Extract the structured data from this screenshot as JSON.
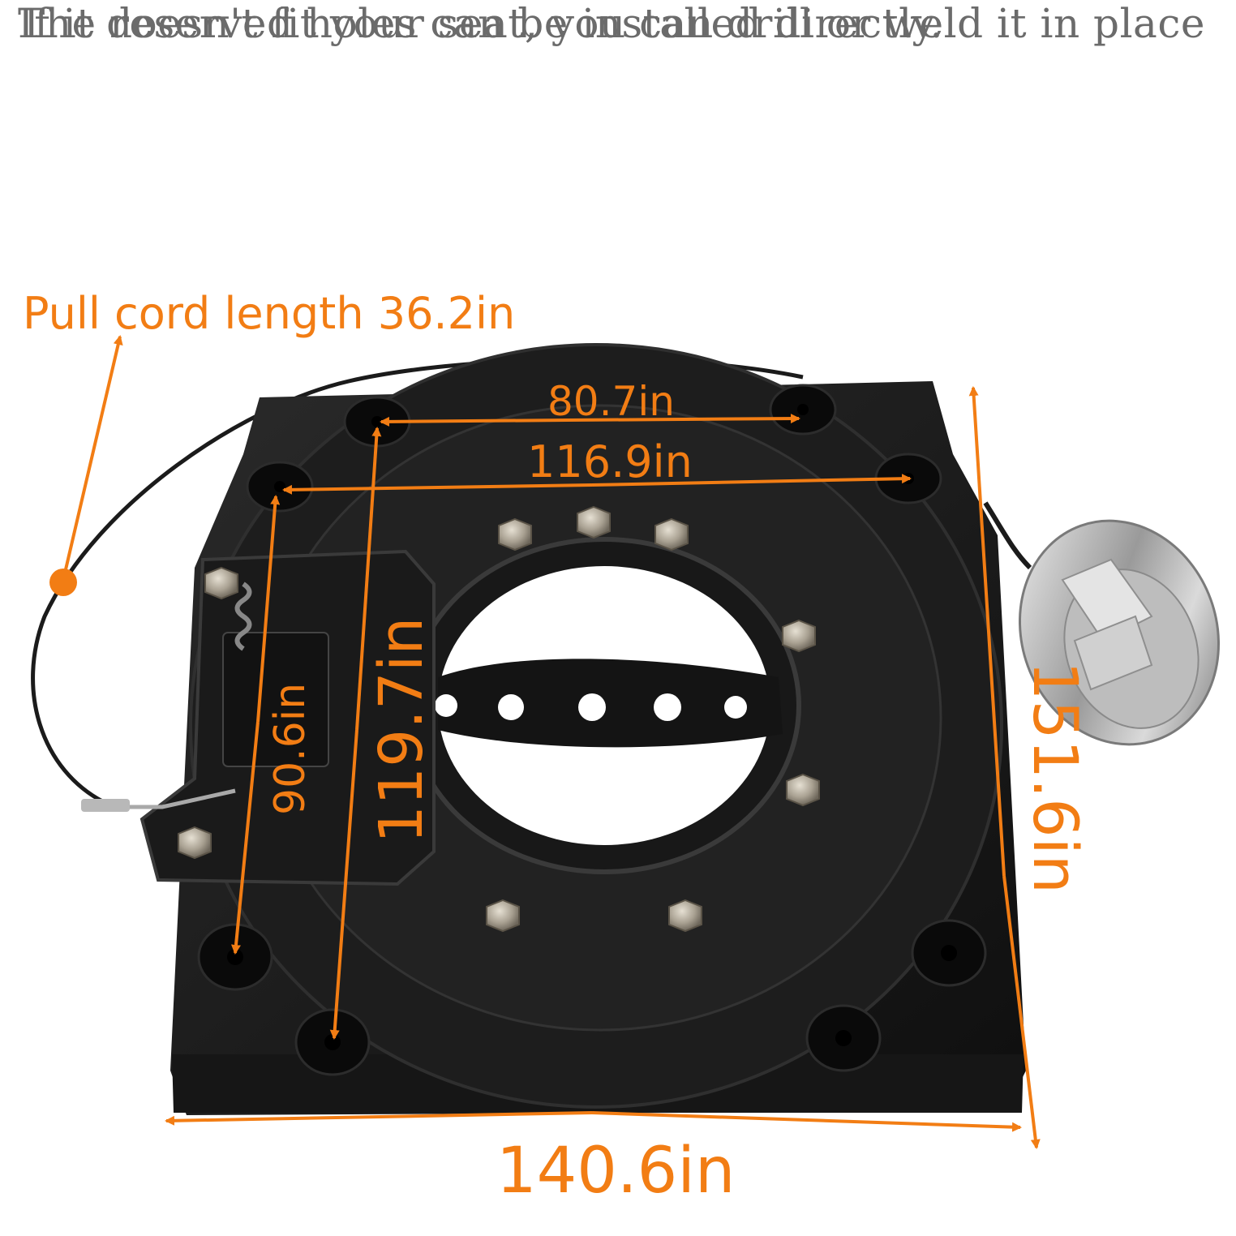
{
  "headline": {
    "line1": "The reserved holes can be installed directly.",
    "line2": "If it doesn't fit your seat, you can drill or weld it in place"
  },
  "callouts": {
    "pull_cord": "Pull cord length 36.2in",
    "top_hole_spacing": "80.7in",
    "upper_hole_spacing": "116.9in",
    "left_hole_spacing": "90.6in",
    "inner_vertical": "119.7in",
    "side_height": "151.6in",
    "bottom_width": "140.6in"
  },
  "colors": {
    "annotation": "#f27d14",
    "text": "#6b6b6b",
    "plate": "#1a1a1a",
    "bolt": "#b9b2a3",
    "handle": "#c9c9c9"
  }
}
